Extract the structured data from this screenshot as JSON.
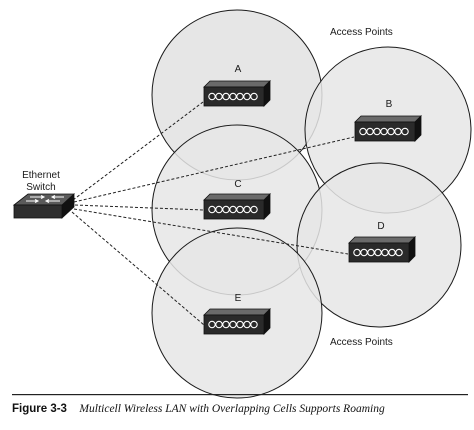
{
  "labels": {
    "access_points_top": "Access Points",
    "access_points_bottom": "Access Points",
    "switch_line1": "Ethernet",
    "switch_line2": "Switch"
  },
  "access_points": [
    {
      "id": "A"
    },
    {
      "id": "B"
    },
    {
      "id": "C"
    },
    {
      "id": "D"
    },
    {
      "id": "E"
    }
  ],
  "caption": {
    "number": "Figure 3-3",
    "title": "Multicell Wireless LAN with Overlapping Cells Supports Roaming"
  },
  "colors": {
    "cell_fill": "#e6e6e6",
    "cell_stroke": "#1a1a1a",
    "ap_body": "#2a2a2a",
    "ap_led": "#ffffff",
    "link_line": "#222222"
  },
  "icons": {
    "switch": "ethernet-switch-icon",
    "access_point": "access-point-icon"
  }
}
